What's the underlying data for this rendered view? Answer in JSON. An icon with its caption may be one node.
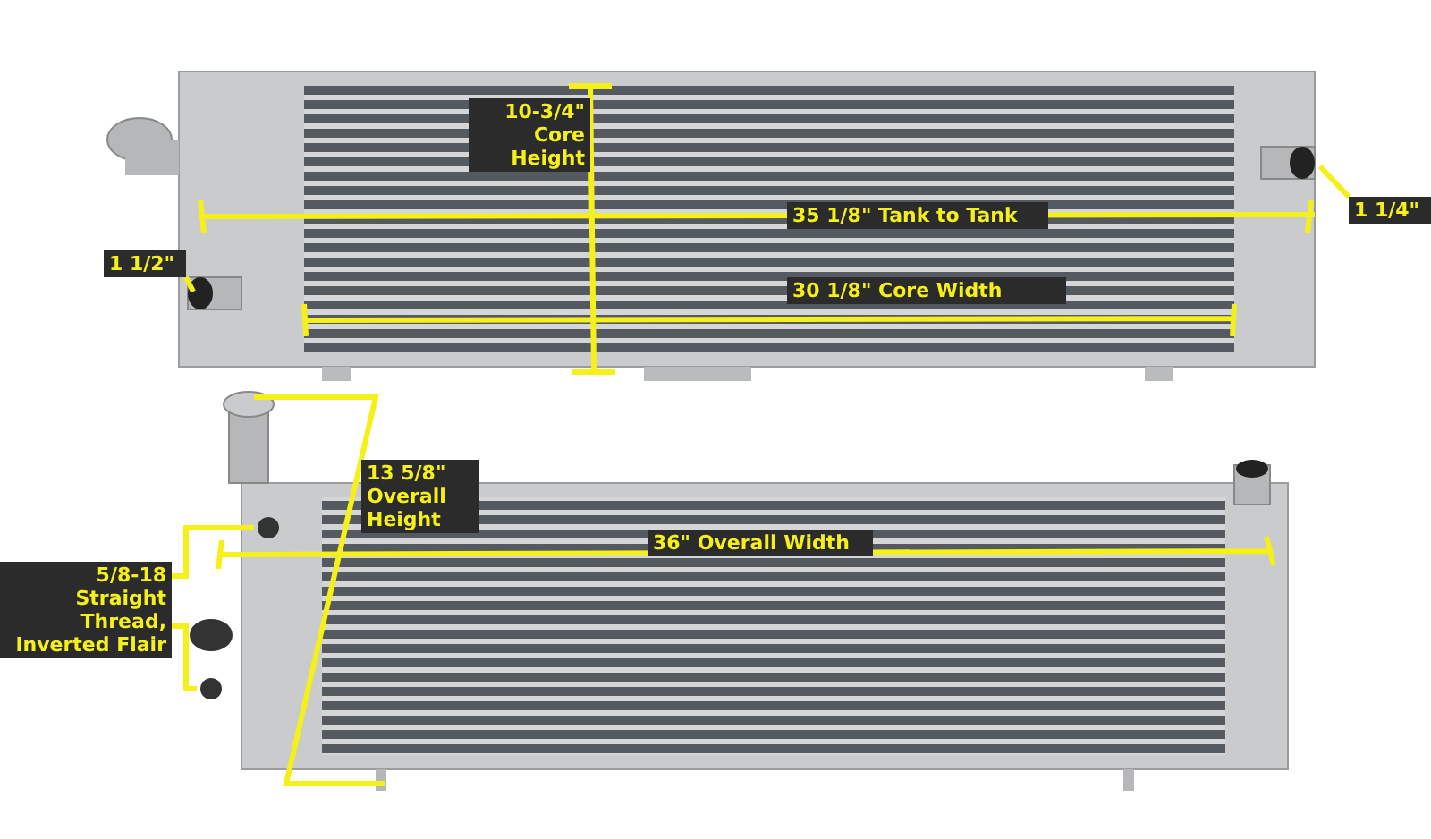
{
  "diagram": {
    "nodes": [
      {
        "text": [
          "1 1/2\""
        ]
      },
      {
        "text": [
          "1 1/4\""
        ]
      },
      {
        "text": [
          "5/8-18 Straight Thread, Inverted Flair"
        ]
      }
    ],
    "edges": [
      {
        "from": 0,
        "to": null,
        "arrow": "none"
      },
      {
        "from": 1,
        "to": null,
        "arrow": "none"
      },
      {
        "from": 2,
        "to": null,
        "arrow": "none"
      },
      {
        "from": 2,
        "to": null,
        "arrow": "none"
      }
    ],
    "labels": [
      "10-3/4\" Core Height",
      "35 1/8\" Tank to Tank",
      "30 1/8\" Core Width",
      "13 5/8\" Overall Height",
      "36\" Overall Width"
    ]
  }
}
